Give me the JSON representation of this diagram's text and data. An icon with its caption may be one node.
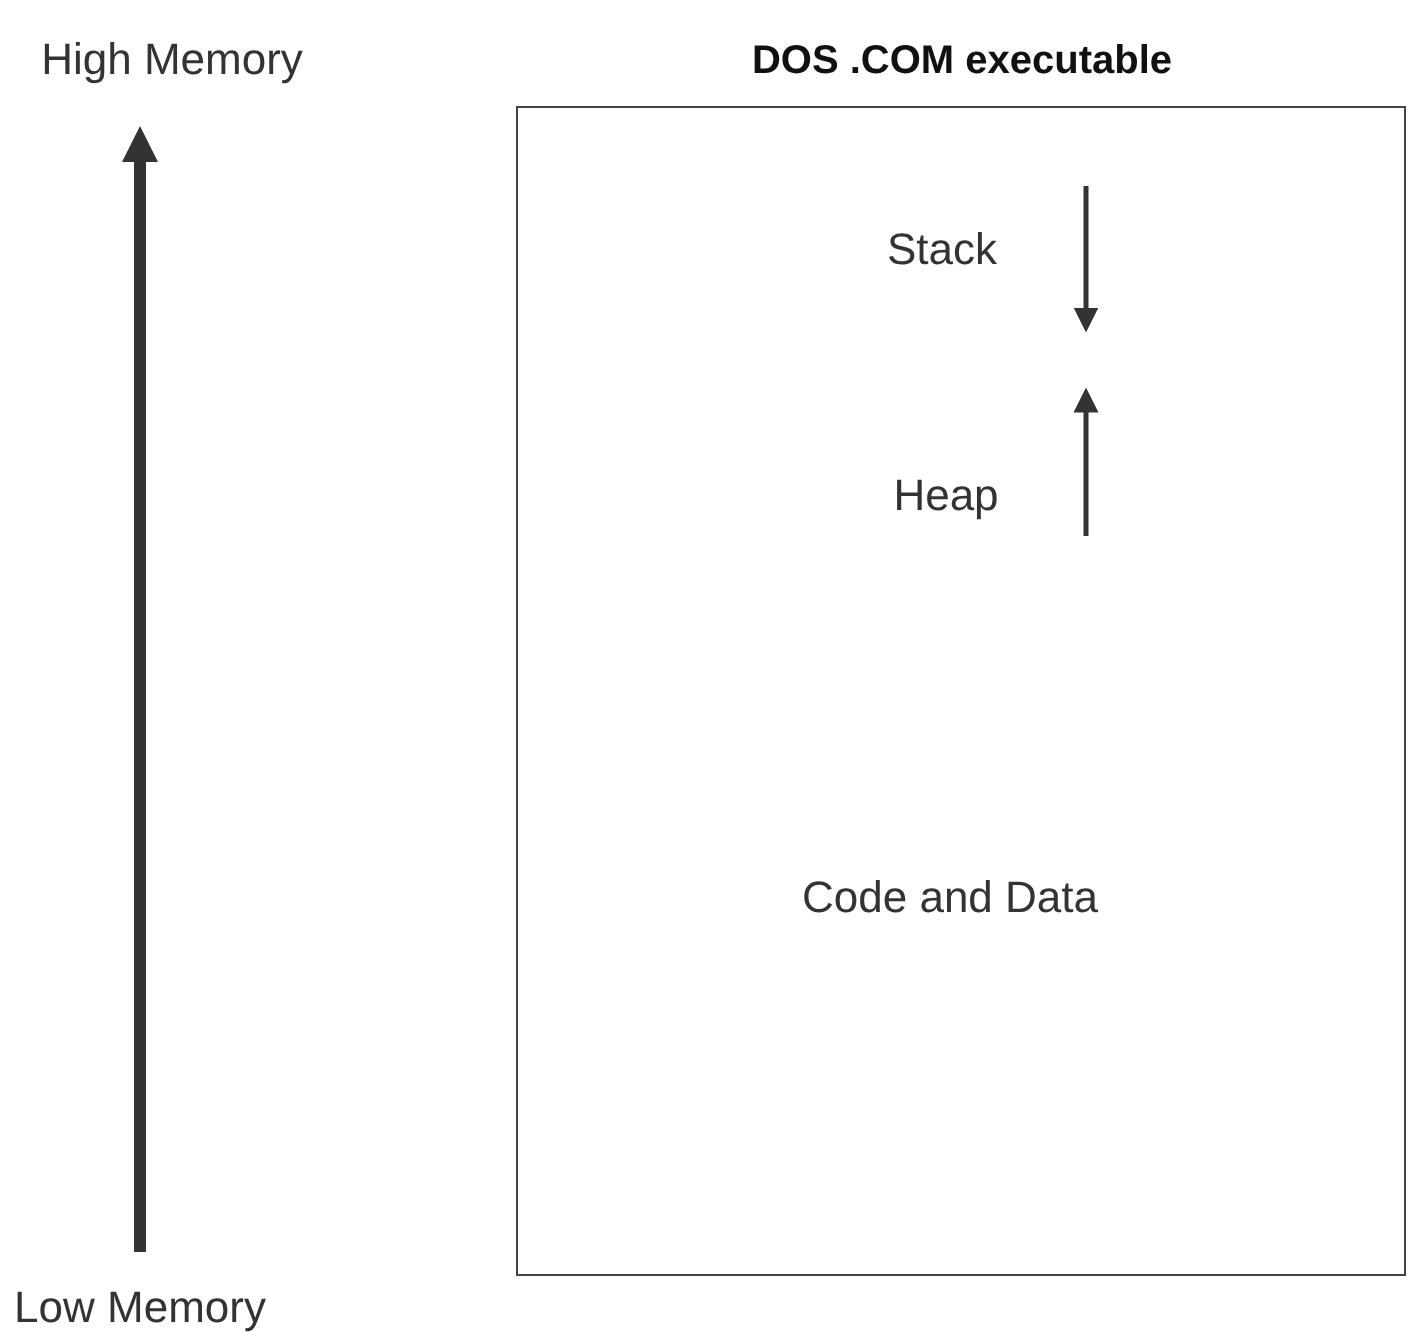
{
  "diagram": {
    "nodes": [
      {
        "text": [
          "DOS .COM executable",
          "Stack",
          "Heap",
          "Code and Data"
        ]
      }
    ],
    "labels": [
      "High Memory",
      "Low Memory"
    ]
  }
}
